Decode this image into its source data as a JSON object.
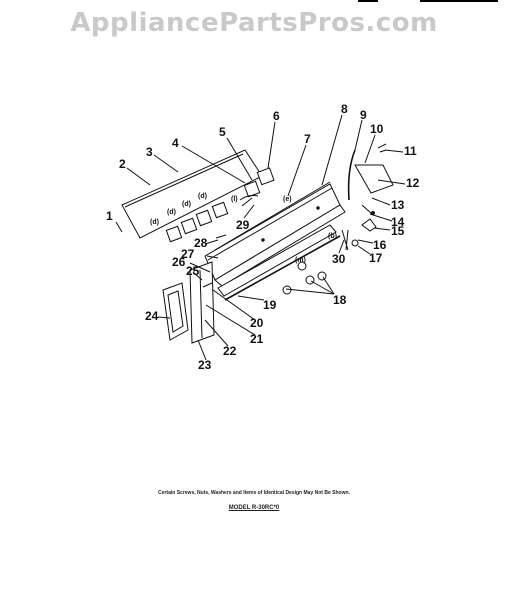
{
  "watermark": "AppliancePartsPros.com",
  "callouts": [
    "1",
    "2",
    "3",
    "4",
    "5",
    "6",
    "7",
    "8",
    "9",
    "10",
    "11",
    "12",
    "13",
    "14",
    "15",
    "16",
    "17",
    "18",
    "19",
    "20",
    "21",
    "22",
    "23",
    "24",
    "25",
    "26",
    "27",
    "28",
    "29",
    "30"
  ],
  "footnote": "Certain Screws, Nuts, Washers and Items of Identical Design May Not Be Shown.",
  "model": "MODEL R-30RC*0"
}
